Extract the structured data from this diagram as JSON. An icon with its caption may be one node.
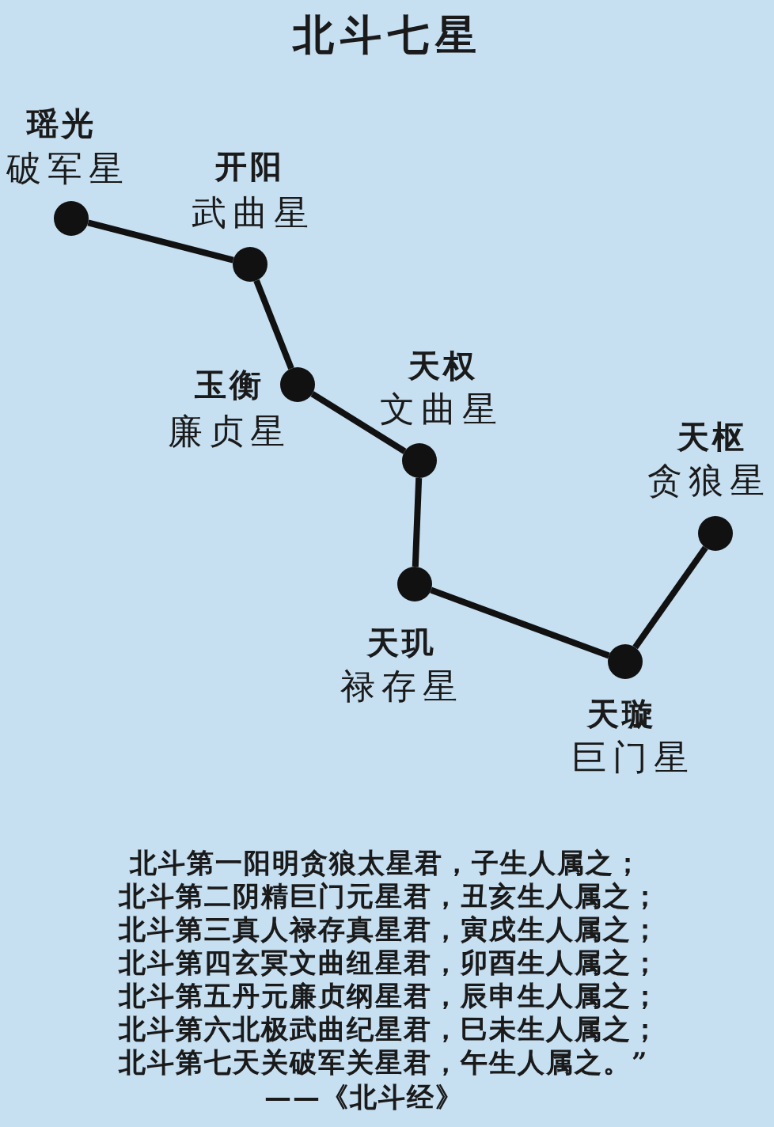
{
  "diagram": {
    "title": "北斗七星",
    "nodes": [
      {
        "text": [],
        "shape": "circle",
        "beside": [
          "瑶光",
          "破军星"
        ]
      },
      {
        "text": [],
        "shape": "circle",
        "beside": [
          "开阳",
          "武曲星"
        ]
      },
      {
        "text": [],
        "shape": "circle",
        "beside": [
          "玉衡",
          "廉贞星"
        ]
      },
      {
        "text": [],
        "shape": "circle",
        "beside": [
          "天权",
          "文曲星"
        ]
      },
      {
        "text": [],
        "shape": "circle",
        "beside": [
          "天玑",
          "禄存星"
        ]
      },
      {
        "text": [],
        "shape": "circle",
        "beside": [
          "天璇",
          "巨门星"
        ]
      },
      {
        "text": [],
        "shape": "circle",
        "beside": [
          "天枢",
          "贪狼星"
        ]
      }
    ],
    "edges": [
      {
        "from": 0,
        "to": 1,
        "arrow": "none"
      },
      {
        "from": 1,
        "to": 2,
        "arrow": "none"
      },
      {
        "from": 2,
        "to": 3,
        "arrow": "none"
      },
      {
        "from": 3,
        "to": 4,
        "arrow": "none"
      },
      {
        "from": 4,
        "to": 5,
        "arrow": "none"
      },
      {
        "from": 5,
        "to": 6,
        "arrow": "none"
      }
    ],
    "labels": [
      "北斗第一阳明贪狼太星君，子生人属之；",
      "北斗第二阴精巨门元星君，丑亥生人属之；",
      "北斗第三真人禄存真星君，寅戌生人属之；",
      "北斗第四玄冥文曲纽星君，卯酉生人属之；",
      "北斗第五丹元廉贞纲星君，辰申生人属之；",
      "北斗第六北极武曲纪星君，巳未生人属之；",
      "北斗第七天关破军关星君，午生人属之。”",
      "——《北斗经》"
    ]
  }
}
